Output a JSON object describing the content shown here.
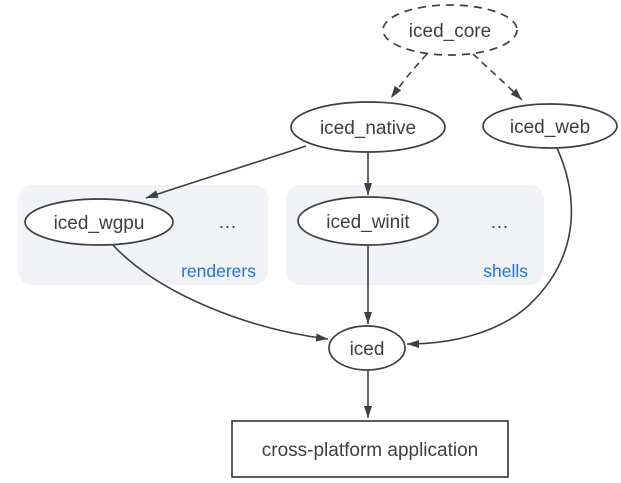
{
  "diagram": {
    "nodes": {
      "iced_core": {
        "label": "iced_core",
        "shape": "ellipse",
        "border": "dashed"
      },
      "iced_native": {
        "label": "iced_native",
        "shape": "ellipse",
        "border": "solid"
      },
      "iced_web": {
        "label": "iced_web",
        "shape": "ellipse",
        "border": "solid"
      },
      "iced_wgpu": {
        "label": "iced_wgpu",
        "shape": "ellipse",
        "border": "solid"
      },
      "iced_winit": {
        "label": "iced_winit",
        "shape": "ellipse",
        "border": "solid"
      },
      "iced": {
        "label": "iced",
        "shape": "ellipse",
        "border": "solid"
      },
      "app": {
        "label": "cross-platform application",
        "shape": "rect",
        "border": "solid"
      }
    },
    "groups": {
      "renderers": {
        "label": "renderers",
        "ellipsis": "..."
      },
      "shells": {
        "label": "shells",
        "ellipsis": "..."
      }
    },
    "edges": [
      {
        "from": "iced_core",
        "to": "iced_native",
        "style": "dashed"
      },
      {
        "from": "iced_core",
        "to": "iced_web",
        "style": "dashed"
      },
      {
        "from": "iced_native",
        "to": "iced_wgpu",
        "style": "solid"
      },
      {
        "from": "iced_native",
        "to": "iced_winit",
        "style": "solid"
      },
      {
        "from": "iced_wgpu",
        "to": "iced",
        "style": "solid"
      },
      {
        "from": "iced_winit",
        "to": "iced",
        "style": "solid"
      },
      {
        "from": "iced_web",
        "to": "iced",
        "style": "solid"
      },
      {
        "from": "iced",
        "to": "app",
        "style": "solid"
      }
    ],
    "colors": {
      "stroke": "#3c4043",
      "text": "#3c4043",
      "group_label": "#1a73e8",
      "group_fill": "#f1f3f7",
      "background": "#ffffff"
    }
  }
}
